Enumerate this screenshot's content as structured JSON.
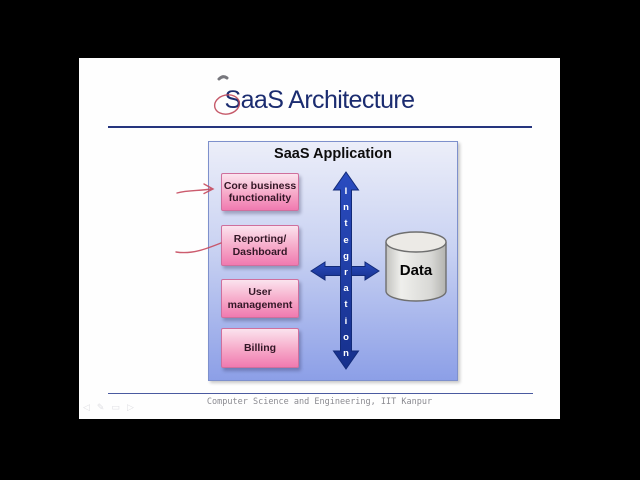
{
  "slide": {
    "title": "SaaS Architecture",
    "footer_text": "Computer Science and Engineering, IIT Kanpur"
  },
  "diagram": {
    "label": "SaaS Application",
    "modules": [
      {
        "label": "Core business\nfunctionality"
      },
      {
        "label": "Reporting/\nDashboard"
      },
      {
        "label": "User\nmanagement"
      },
      {
        "label": "Billing"
      }
    ],
    "integration_label": "Integration",
    "integration_vertical": "I\nn\nt\ne\ng\nr\na\nt\ni\no\nn",
    "database_label": "Data"
  },
  "presenter_toolbar": {
    "items": [
      {
        "name": "previous-slide",
        "glyph": "◁"
      },
      {
        "name": "pen-tool",
        "glyph": "✎"
      },
      {
        "name": "slide-menu",
        "glyph": "▭"
      },
      {
        "name": "next-slide",
        "glyph": "▷"
      }
    ]
  },
  "colors": {
    "title_navy": "#1b2c70",
    "rule_navy": "#26357e",
    "diagram_gradient_top": "#eceef9",
    "diagram_gradient_bottom": "#8c9fe7",
    "module_pink_top": "#fbe3ee",
    "module_pink_bottom": "#f07ab0",
    "arrow_blue": "#1e3ca8",
    "annotation_red": "#c64a5e",
    "cylinder_gray": "#d8d8d5"
  }
}
